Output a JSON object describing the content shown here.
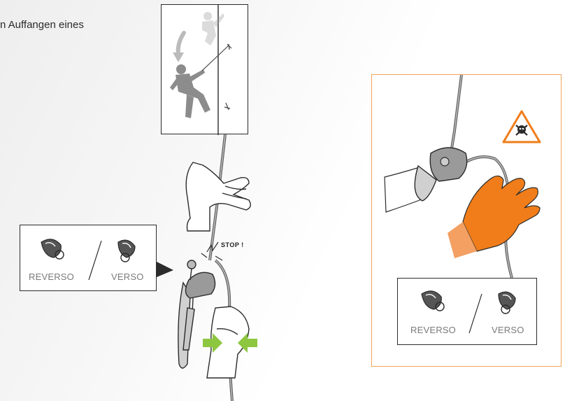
{
  "caption": "n Auffangen eines",
  "stop_text": "STOP !",
  "devices_left": {
    "reverso": "REVERSO",
    "verso": "VERSO"
  },
  "devices_right": {
    "reverso": "REVERSO",
    "verso": "VERSO"
  },
  "icons": {
    "danger": "skull-crossbones-warning-triangle",
    "fall": "falling-climber-illustration"
  },
  "colors": {
    "warning_orange": "#f07d1a",
    "panel_border": "#f2a35a",
    "arrow_green": "#8dc63f",
    "line": "#2b2b2b",
    "climber_gray": "#9a9a9a"
  }
}
